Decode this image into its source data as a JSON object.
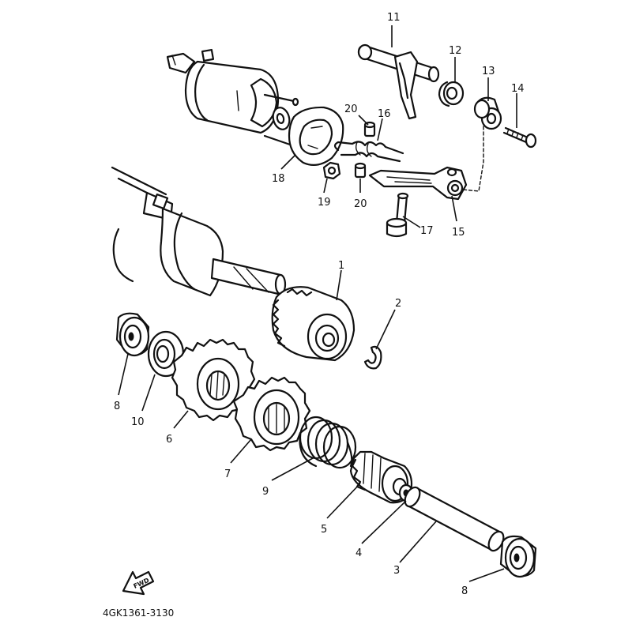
{
  "diagram": {
    "drawing_code": "4GK1361-3130",
    "direction_marker": "FWD",
    "callouts": [
      {
        "id": "c11",
        "label": "11"
      },
      {
        "id": "c12",
        "label": "12"
      },
      {
        "id": "c13",
        "label": "13"
      },
      {
        "id": "c14",
        "label": "14"
      },
      {
        "id": "c20a",
        "label": "20"
      },
      {
        "id": "c16",
        "label": "16"
      },
      {
        "id": "c18",
        "label": "18"
      },
      {
        "id": "c19",
        "label": "19"
      },
      {
        "id": "c20b",
        "label": "20"
      },
      {
        "id": "c17",
        "label": "17"
      },
      {
        "id": "c15",
        "label": "15"
      },
      {
        "id": "c1",
        "label": "1"
      },
      {
        "id": "c2",
        "label": "2"
      },
      {
        "id": "c8a",
        "label": "8"
      },
      {
        "id": "c10",
        "label": "10"
      },
      {
        "id": "c6",
        "label": "6"
      },
      {
        "id": "c7",
        "label": "7"
      },
      {
        "id": "c9",
        "label": "9"
      },
      {
        "id": "c5",
        "label": "5"
      },
      {
        "id": "c4",
        "label": "4"
      },
      {
        "id": "c3",
        "label": "3"
      },
      {
        "id": "c8b",
        "label": "8"
      }
    ]
  }
}
